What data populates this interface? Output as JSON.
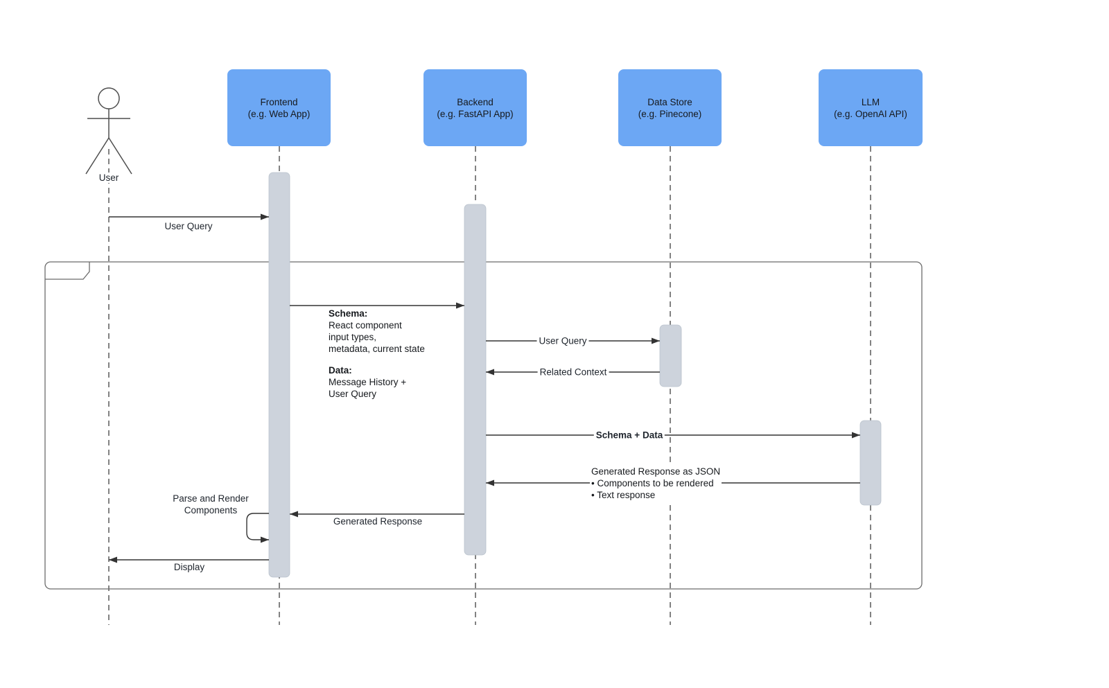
{
  "diagram": {
    "type": "uml-sequence-diagram",
    "frame_label": ""
  },
  "actor": {
    "label": "User"
  },
  "participants": [
    {
      "id": "frontend",
      "name": "Frontend",
      "detail": "(e.g. Web App)"
    },
    {
      "id": "backend",
      "name": "Backend",
      "detail": "(e.g. FastAPI App)"
    },
    {
      "id": "datastore",
      "name": "Data Store",
      "detail": "(e.g. Pinecone)"
    },
    {
      "id": "llm",
      "name": "LLM",
      "detail": "(e.g. OpenAI API)"
    }
  ],
  "messages": {
    "user_query_to_frontend": "User Query",
    "backend_user_query": "User Query",
    "related_context": "Related Context",
    "schema_plus_data": "Schema + Data",
    "generated_response": "Generated Response",
    "display": "Display",
    "self_call_line1": "Parse and Render",
    "self_call_line2": "Components"
  },
  "notes": {
    "schema_heading": "Schema:",
    "schema_body": [
      "React component",
      "input types,",
      "metadata, current state"
    ],
    "data_heading": "Data:",
    "data_body": [
      "Message History +",
      "User Query"
    ],
    "llm_response": [
      "Generated Response as JSON",
      "• Components to be rendered",
      "• Text response"
    ]
  },
  "colors": {
    "participant_fill": "#6CA7F4",
    "activation_fill": "#CDD3DC",
    "activation_border": "#B9C2CC",
    "arrow_line": "#333333",
    "lifeline": "#4D4D4D",
    "frame_border": "#6B6B6B",
    "background": "#FFFFFF",
    "text": "#1A1A1A"
  }
}
